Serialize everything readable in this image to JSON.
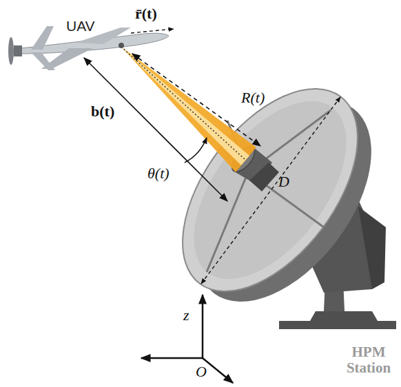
{
  "diagram": {
    "labels": [
      "UAV",
      "r̄(t)",
      "b(t)",
      "R(t)",
      "θ(t)",
      "D",
      "z",
      "O",
      "HPM Station"
    ]
  }
}
